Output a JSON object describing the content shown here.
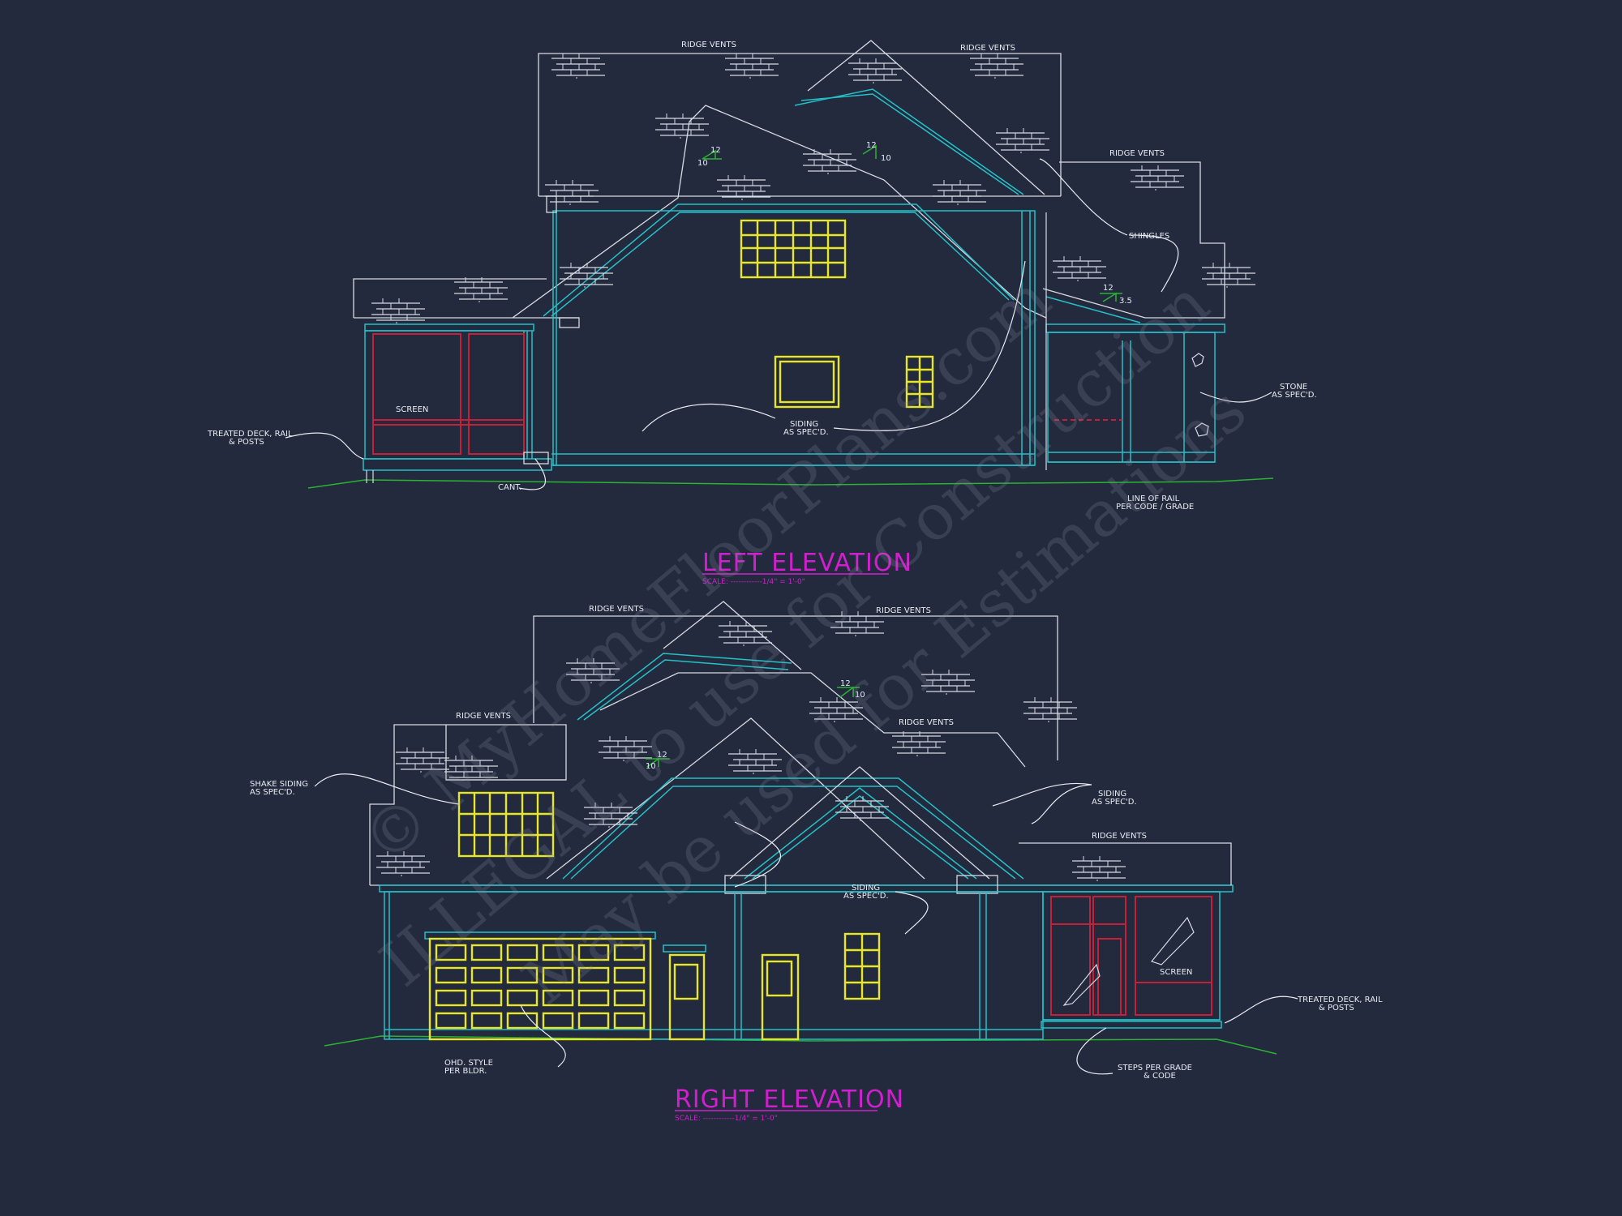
{
  "watermark": {
    "line1": "© MyHomeFloorPlans.com",
    "line2": "ILLEGAL to use for Construction",
    "line3": "May be used for Estimations"
  },
  "left_elevation": {
    "title": "LEFT ELEVATION",
    "scale": "SCALE: ------------1/4\" = 1'-0\"",
    "labels": {
      "ridge_vents_1": "RIDGE VENTS",
      "ridge_vents_2": "RIDGE VENTS",
      "ridge_vents_3": "RIDGE VENTS",
      "shingles": "SHINGLES",
      "screen": "SCREEN",
      "siding_l1": "SIDING",
      "siding_l2": "AS SPEC'D.",
      "deck_l1": "TREATED DECK, RAIL",
      "deck_l2": "& POSTS",
      "cant": "CANT.",
      "stone_l1": "STONE",
      "stone_l2": "AS SPEC'D.",
      "rail_l1": "LINE OF RAIL",
      "rail_l2": "PER CODE / GRADE",
      "pitch_a_top": "12",
      "pitch_a_side": "10",
      "pitch_b_top": "12",
      "pitch_b_side": "10",
      "pitch_c_top": "12",
      "pitch_c_side": "3.5"
    }
  },
  "right_elevation": {
    "title": "RIGHT ELEVATION",
    "scale": "SCALE: ------------1/4\" = 1'-0\"",
    "labels": {
      "ridge_vents_1": "RIDGE VENTS",
      "ridge_vents_2": "RIDGE VENTS",
      "ridge_vents_3": "RIDGE VENTS",
      "ridge_vents_4": "RIDGE VENTS",
      "ridge_vents_5": "RIDGE VENTS",
      "shake_l1": "SHAKE SIDING",
      "shake_l2": "AS SPEC'D.",
      "siding_a_l1": "SIDING",
      "siding_a_l2": "AS SPEC'D.",
      "siding_b_l1": "SIDING",
      "siding_b_l2": "AS SPEC'D.",
      "screen": "SCREEN",
      "deck_l1": "TREATED DECK, RAIL",
      "deck_l2": "& POSTS",
      "ohd_l1": "OHD. STYLE",
      "ohd_l2": "PER BLDR.",
      "steps_l1": "STEPS PER GRADE",
      "steps_l2": "& CODE",
      "pitch_a_top": "12",
      "pitch_a_side": "10",
      "pitch_b_top": "12",
      "pitch_b_side": "10"
    }
  }
}
